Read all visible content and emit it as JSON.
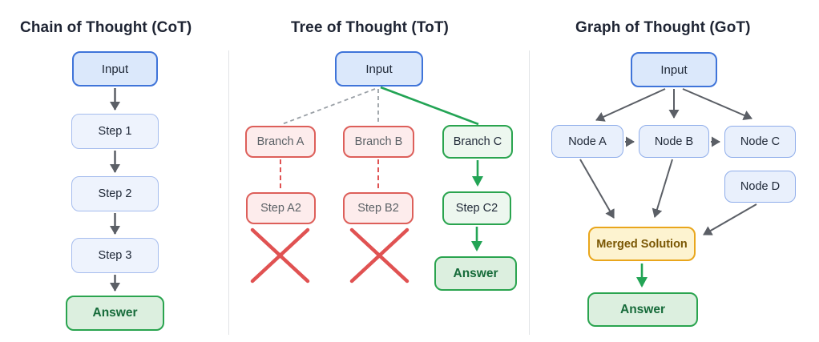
{
  "diagram": {
    "cot": {
      "title": "Chain of Thought (CoT)",
      "input": "Input",
      "step1": "Step 1",
      "step2": "Step 2",
      "step3": "Step 3",
      "answer": "Answer"
    },
    "tot": {
      "title": "Tree of Thought (ToT)",
      "input": "Input",
      "branch_a": "Branch A",
      "branch_b": "Branch B",
      "branch_c": "Branch C",
      "step_a2": "Step A2",
      "step_b2": "Step B2",
      "step_c2": "Step C2",
      "answer": "Answer"
    },
    "got": {
      "title": "Graph of Thought (GoT)",
      "input": "Input",
      "node_a": "Node A",
      "node_b": "Node B",
      "node_c": "Node C",
      "node_d": "Node D",
      "merged": "Merged Solution",
      "answer": "Answer"
    },
    "colors": {
      "input_fill": "#dbe8fb",
      "input_border": "#3f74d9",
      "step_fill": "#eef3fd",
      "step_border": "#a6bdee",
      "node_fill": "#e9f0fc",
      "node_border": "#8fadea",
      "rejected_fill": "#fdecec",
      "rejected_border": "#dd5f5a",
      "accepted_fill": "#edf7ef",
      "accepted_border": "#2aa44f",
      "answer_fill": "#dcefdf",
      "answer_border": "#2aa44f",
      "answer_text": "#166b3a",
      "merged_fill": "#fdf3d0",
      "merged_border": "#e9a61c",
      "merged_text": "#7a5704",
      "arrow_gray": "#5b5f66",
      "dashed_gray": "#9aa0a6",
      "red_line": "#e05252",
      "green_line": "#23a455",
      "title_text": "#1e2433"
    }
  }
}
